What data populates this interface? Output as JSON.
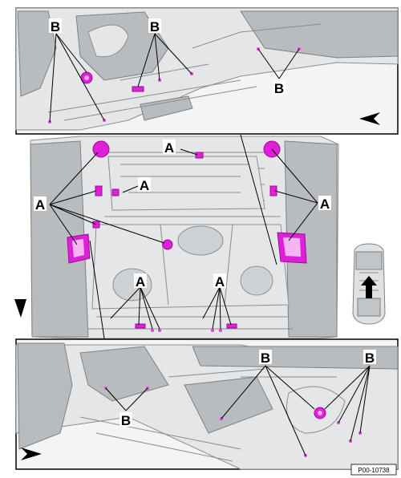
{
  "labels": {
    "a": "A",
    "b": "B"
  },
  "figure_ref": "P00-10738",
  "colors": {
    "highlight": "#e020d8",
    "body": "#e4e6e8",
    "line": "#000000"
  },
  "icons": {
    "view_arrow": "arrowhead-icon",
    "vehicle_thumbnail": "car-top-view-icon"
  }
}
